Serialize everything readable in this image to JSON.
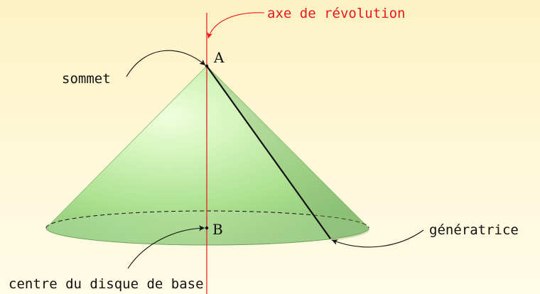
{
  "labels": {
    "axis": "axe de révolution",
    "apex": "sommet",
    "apex_point": "A",
    "center_point": "B",
    "generatrix": "génératrice",
    "center": "centre du disque de base"
  },
  "colors": {
    "axis": "#e8171b",
    "cone_fill": "#9bd97f",
    "cone_edge": "#6fa35a",
    "text": "#111111"
  }
}
